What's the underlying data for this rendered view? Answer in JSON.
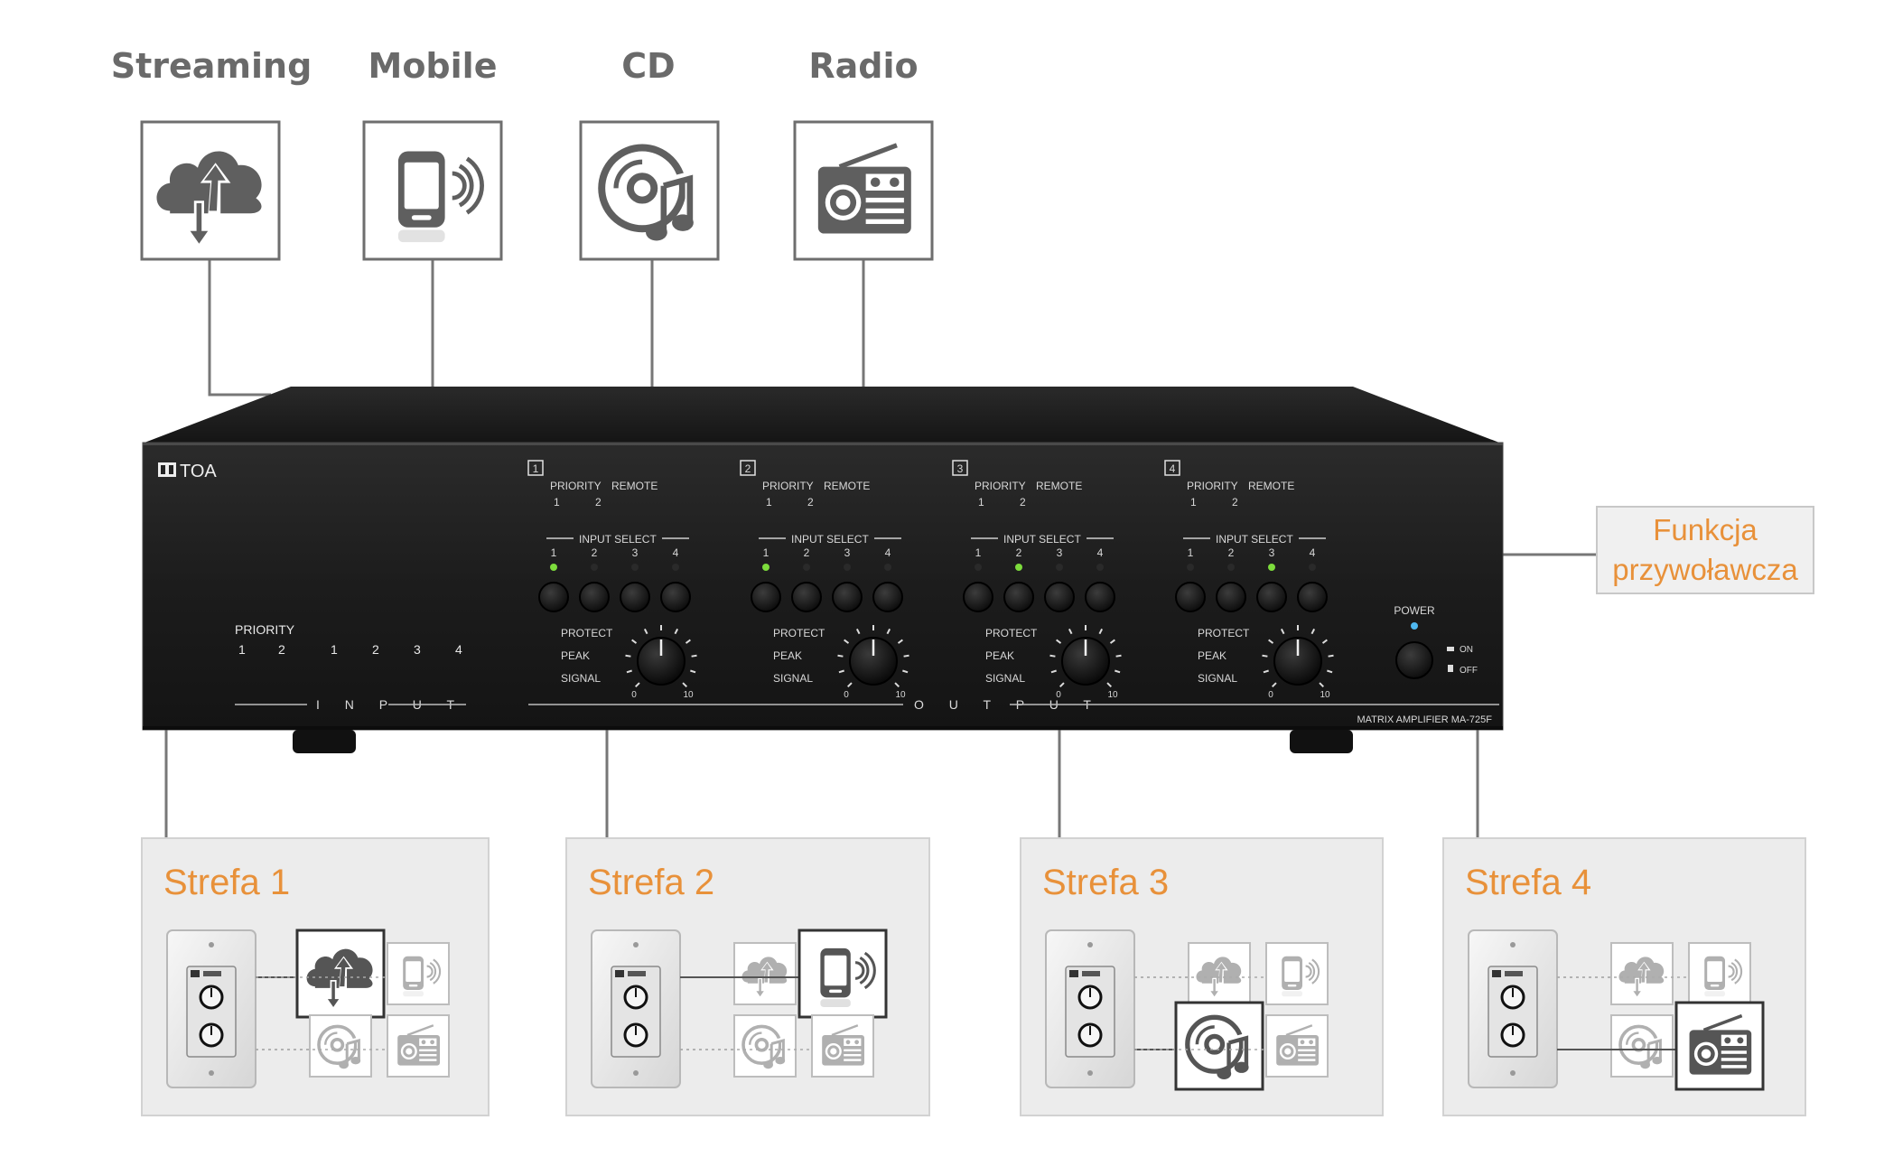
{
  "sources": [
    {
      "label": "Streaming",
      "icon": "cloud-streaming-icon"
    },
    {
      "label": "Mobile",
      "icon": "mobile-phone-icon"
    },
    {
      "label": "CD",
      "icon": "cd-music-icon"
    },
    {
      "label": "Radio",
      "icon": "radio-icon"
    }
  ],
  "amplifier": {
    "brand": "TOA",
    "model": "MATRIX AMPLIFIER MA-725F",
    "input_group": {
      "priority_label": "PRIORITY",
      "priority_numbers": [
        "1",
        "2"
      ],
      "input_numbers": [
        "1",
        "2",
        "3",
        "4"
      ],
      "input_label": "I N P U T"
    },
    "output_label": "O U T P U T",
    "channels": [
      {
        "number": "1",
        "active_input": 1
      },
      {
        "number": "2",
        "active_input": 1
      },
      {
        "number": "3",
        "active_input": 2
      },
      {
        "number": "4",
        "active_input": 3
      }
    ],
    "channel_labels": {
      "priority": "PRIORITY",
      "remote": "REMOTE",
      "priority_nums": [
        "1",
        "2"
      ],
      "input_select": "INPUT SELECT",
      "input_nums": [
        "1",
        "2",
        "3",
        "4"
      ],
      "protect": "PROTECT",
      "peak": "PEAK",
      "signal": "SIGNAL",
      "knob_min": "0",
      "knob_max": "10"
    },
    "power": {
      "label": "POWER",
      "on": "ON",
      "off": "OFF"
    }
  },
  "function_box": {
    "line1": "Funkcja",
    "line2": "przywoławcza"
  },
  "zones": [
    {
      "title": "Strefa 1",
      "selected": "streaming"
    },
    {
      "title": "Strefa 2",
      "selected": "mobile"
    },
    {
      "title": "Strefa 3",
      "selected": "cd"
    },
    {
      "title": "Strefa 4",
      "selected": "radio"
    }
  ],
  "colors": {
    "accent": "#e8913a",
    "icon_gray": "#5f5f5f",
    "line_gray": "#777777",
    "zone_bg": "#ececec",
    "led_green": "#7ddc3c",
    "power_led": "#4fb8f0"
  }
}
